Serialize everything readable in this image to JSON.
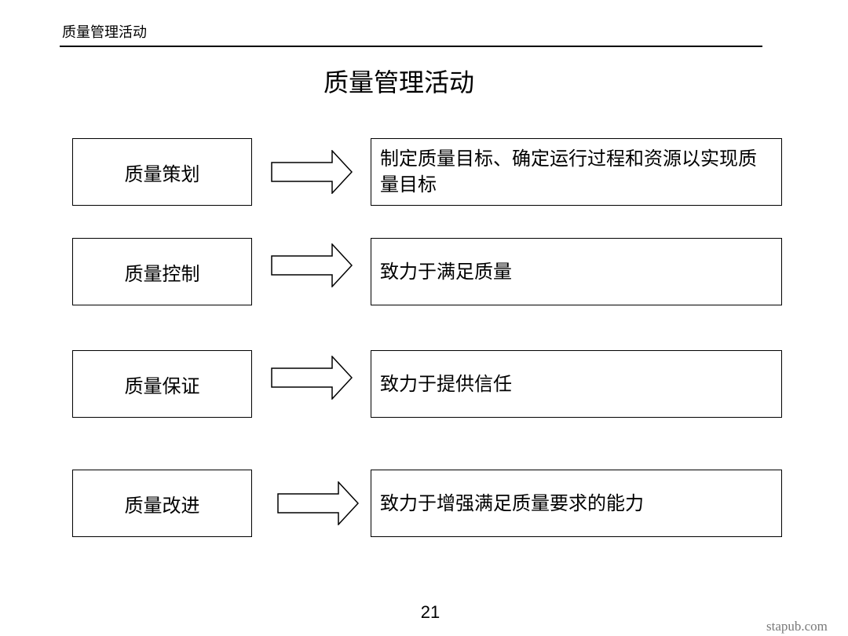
{
  "header": {
    "title": "质量管理活动"
  },
  "slide": {
    "title": "质量管理活动",
    "rows": [
      {
        "label": "质量策划",
        "description": "制定质量目标、确定运行过程和资源以实现质量目标"
      },
      {
        "label": "质量控制",
        "description": "致力于满足质量"
      },
      {
        "label": "质量保证",
        "description": "致力于提供信任"
      },
      {
        "label": "质量改进",
        "description": "致力于增强满足质量要求的能力"
      }
    ]
  },
  "footer": {
    "page_number": "21",
    "watermark": "stapub.com"
  },
  "colors": {
    "text": "#000000",
    "background": "#ffffff",
    "watermark": "#7a7a7a"
  },
  "icons": {
    "row_connector": "right-arrow-outline-icon"
  }
}
